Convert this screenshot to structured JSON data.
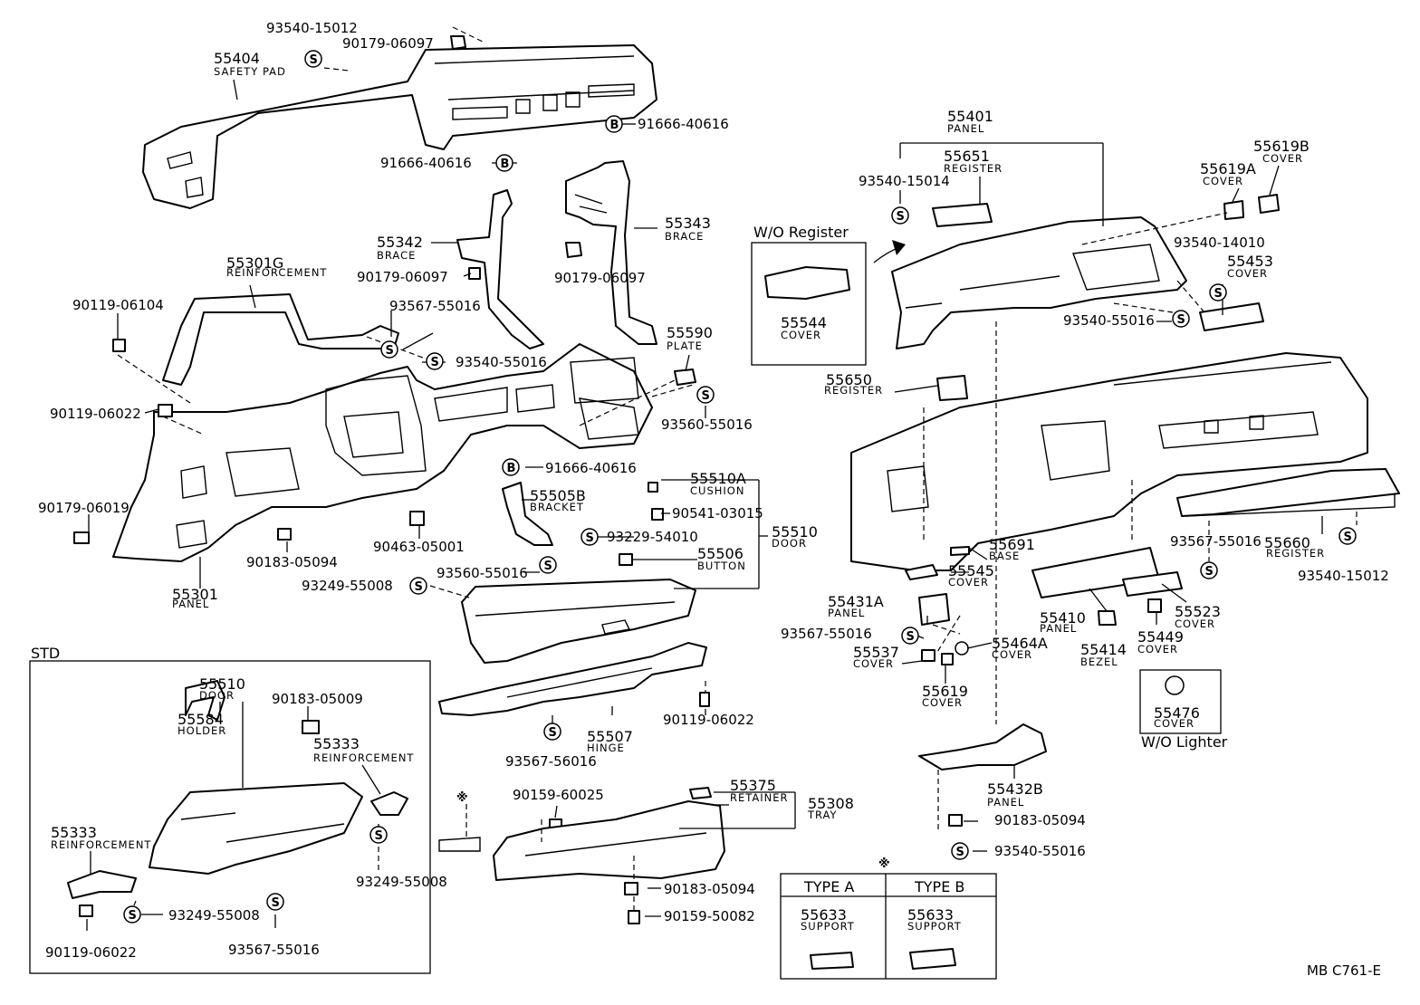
{
  "diagram_code": "MB C761-E",
  "groups": {
    "std": "STD",
    "wo_register": "W/O  Register",
    "wo_lighter": "W/O  Lighter",
    "table_mark": "※",
    "type_a": "TYPE A",
    "type_b": "TYPE B"
  },
  "labels": [
    {
      "id": "pn-93540-15012-a",
      "t": "93540-15012",
      "k": "pn"
    },
    {
      "id": "pn-90179-06097-a",
      "t": "90179-06097",
      "k": "pn"
    },
    {
      "id": "num-55404",
      "t": "55404",
      "k": "num"
    },
    {
      "id": "nm-safety-pad",
      "t": "SAFETY PAD",
      "k": "nm"
    },
    {
      "id": "pn-91666-40616-a",
      "t": "91666-40616",
      "k": "pn"
    },
    {
      "id": "pn-91666-40616-b",
      "t": "91666-40616",
      "k": "pn"
    },
    {
      "id": "num-55342",
      "t": "55342",
      "k": "num"
    },
    {
      "id": "nm-brace-a",
      "t": "BRACE",
      "k": "nm"
    },
    {
      "id": "num-55343",
      "t": "55343",
      "k": "num"
    },
    {
      "id": "nm-brace-b",
      "t": "BRACE",
      "k": "nm"
    },
    {
      "id": "pn-90179-06097-b",
      "t": "90179-06097",
      "k": "pn"
    },
    {
      "id": "pn-90179-06097-c",
      "t": "90179-06097",
      "k": "pn"
    },
    {
      "id": "num-55301g",
      "t": "55301G",
      "k": "num"
    },
    {
      "id": "nm-reinforcement-a",
      "t": "REINFORCEMENT",
      "k": "nm"
    },
    {
      "id": "pn-90119-06104",
      "t": "90119-06104",
      "k": "pn"
    },
    {
      "id": "pn-93567-55016-a",
      "t": "93567-55016",
      "k": "pn"
    },
    {
      "id": "pn-93540-55016-a",
      "t": "93540-55016",
      "k": "pn"
    },
    {
      "id": "num-55590",
      "t": "55590",
      "k": "num"
    },
    {
      "id": "nm-plate",
      "t": "PLATE",
      "k": "nm"
    },
    {
      "id": "pn-90119-06022-a",
      "t": "90119-06022",
      "k": "pn"
    },
    {
      "id": "pn-93560-55016-a",
      "t": "93560-55016",
      "k": "pn"
    },
    {
      "id": "pn-90179-06019",
      "t": "90179-06019",
      "k": "pn"
    },
    {
      "id": "pn-91666-40616-c",
      "t": "91666-40616",
      "k": "pn"
    },
    {
      "id": "num-55510a",
      "t": "55510A",
      "k": "num"
    },
    {
      "id": "nm-cushion",
      "t": "CUSHION",
      "k": "nm"
    },
    {
      "id": "num-55505b",
      "t": "55505B",
      "k": "num"
    },
    {
      "id": "nm-bracket",
      "t": "BRACKET",
      "k": "nm"
    },
    {
      "id": "pn-90541-03015",
      "t": "90541-03015",
      "k": "pn"
    },
    {
      "id": "pn-93229-54010",
      "t": "93229-54010",
      "k": "pn"
    },
    {
      "id": "num-55510-a",
      "t": "55510",
      "k": "num"
    },
    {
      "id": "nm-door-a",
      "t": "DOOR",
      "k": "nm"
    },
    {
      "id": "num-55506",
      "t": "55506",
      "k": "num"
    },
    {
      "id": "nm-button",
      "t": "BUTTON",
      "k": "nm"
    },
    {
      "id": "pn-90463-05001",
      "t": "90463-05001",
      "k": "pn"
    },
    {
      "id": "pn-90183-05094-a",
      "t": "90183-05094",
      "k": "pn"
    },
    {
      "id": "num-55301",
      "t": "55301",
      "k": "num"
    },
    {
      "id": "nm-panel-a",
      "t": "PANEL",
      "k": "nm"
    },
    {
      "id": "pn-93560-55016-b",
      "t": "93560-55016",
      "k": "pn"
    },
    {
      "id": "pn-93249-55008-a",
      "t": "93249-55008",
      "k": "pn"
    },
    {
      "id": "num-55510-b",
      "t": "55510",
      "k": "num"
    },
    {
      "id": "nm-door-b",
      "t": "DOOR",
      "k": "nm"
    },
    {
      "id": "pn-90183-05009",
      "t": "90183-05009",
      "k": "pn"
    },
    {
      "id": "num-55584",
      "t": "55584",
      "k": "num"
    },
    {
      "id": "nm-holder",
      "t": "HOLDER",
      "k": "nm"
    },
    {
      "id": "num-55333-a",
      "t": "55333",
      "k": "num"
    },
    {
      "id": "nm-reinforcement-b",
      "t": "REINFORCEMENT",
      "k": "nm"
    },
    {
      "id": "pn-90119-06022-b",
      "t": "90119-06022",
      "k": "pn"
    },
    {
      "id": "num-55507",
      "t": "55507",
      "k": "num"
    },
    {
      "id": "nm-hinge",
      "t": "HINGE",
      "k": "nm"
    },
    {
      "id": "pn-93567-56016",
      "t": "93567-56016",
      "k": "pn"
    },
    {
      "id": "num-55333-b",
      "t": "55333",
      "k": "num"
    },
    {
      "id": "nm-reinforcement-c",
      "t": "REINFORCEMENT",
      "k": "nm"
    },
    {
      "id": "pn-93249-55008-b",
      "t": "93249-55008",
      "k": "pn"
    },
    {
      "id": "pn-93249-55008-c",
      "t": "93249-55008",
      "k": "pn"
    },
    {
      "id": "pn-90119-06022-c",
      "t": "90119-06022",
      "k": "pn"
    },
    {
      "id": "pn-93567-55016-b",
      "t": "93567-55016",
      "k": "pn"
    },
    {
      "id": "mark-left",
      "t": "※",
      "k": "sym"
    },
    {
      "id": "pn-90159-60025",
      "t": "90159-60025",
      "k": "pn"
    },
    {
      "id": "num-55375",
      "t": "55375",
      "k": "num"
    },
    {
      "id": "nm-retainer",
      "t": "RETAINER",
      "k": "nm"
    },
    {
      "id": "num-55308",
      "t": "55308",
      "k": "num"
    },
    {
      "id": "nm-tray",
      "t": "TRAY",
      "k": "nm"
    },
    {
      "id": "pn-90183-05094-b",
      "t": "90183-05094",
      "k": "pn"
    },
    {
      "id": "pn-90159-50082",
      "t": "90159-50082",
      "k": "pn"
    },
    {
      "id": "num-55401",
      "t": "55401",
      "k": "num"
    },
    {
      "id": "nm-panel-b",
      "t": "PANEL",
      "k": "nm"
    },
    {
      "id": "num-55651",
      "t": "55651",
      "k": "num"
    },
    {
      "id": "nm-register-a",
      "t": "REGISTER",
      "k": "nm"
    },
    {
      "id": "pn-93540-15014",
      "t": "93540-15014",
      "k": "pn"
    },
    {
      "id": "num-55619b",
      "t": "55619B",
      "k": "num"
    },
    {
      "id": "nm-cover-a",
      "t": "COVER",
      "k": "nm"
    },
    {
      "id": "num-55619a",
      "t": "55619A",
      "k": "num"
    },
    {
      "id": "nm-cover-b",
      "t": "COVER",
      "k": "nm"
    },
    {
      "id": "pn-93540-14010",
      "t": "93540-14010",
      "k": "pn"
    },
    {
      "id": "num-55453",
      "t": "55453",
      "k": "num"
    },
    {
      "id": "nm-cover-c",
      "t": "COVER",
      "k": "nm"
    },
    {
      "id": "num-55544",
      "t": "55544",
      "k": "num"
    },
    {
      "id": "nm-cover-d",
      "t": "COVER",
      "k": "nm"
    },
    {
      "id": "pn-93540-55016-b",
      "t": "93540-55016",
      "k": "pn"
    },
    {
      "id": "num-55650",
      "t": "55650",
      "k": "num"
    },
    {
      "id": "nm-register-b",
      "t": "REGISTER",
      "k": "nm"
    },
    {
      "id": "pn-93567-55016-c",
      "t": "93567-55016",
      "k": "pn"
    },
    {
      "id": "num-55660",
      "t": "55660",
      "k": "num"
    },
    {
      "id": "nm-register-c",
      "t": "REGISTER",
      "k": "nm"
    },
    {
      "id": "pn-93540-15012-b",
      "t": "93540-15012",
      "k": "pn"
    },
    {
      "id": "num-55691",
      "t": "55691",
      "k": "num"
    },
    {
      "id": "nm-base",
      "t": "BASE",
      "k": "nm"
    },
    {
      "id": "num-55545",
      "t": "55545",
      "k": "num"
    },
    {
      "id": "nm-cover-e",
      "t": "COVER",
      "k": "nm"
    },
    {
      "id": "num-55431a",
      "t": "55431A",
      "k": "num"
    },
    {
      "id": "nm-panel-c",
      "t": "PANEL",
      "k": "nm"
    },
    {
      "id": "pn-93567-55016-d",
      "t": "93567-55016",
      "k": "pn"
    },
    {
      "id": "num-55537",
      "t": "55537",
      "k": "num"
    },
    {
      "id": "nm-cover-f",
      "t": "COVER",
      "k": "nm"
    },
    {
      "id": "num-55464a",
      "t": "55464A",
      "k": "num"
    },
    {
      "id": "nm-cover-g",
      "t": "COVER",
      "k": "nm"
    },
    {
      "id": "num-55619",
      "t": "55619",
      "k": "num"
    },
    {
      "id": "nm-cover-h",
      "t": "COVER",
      "k": "nm"
    },
    {
      "id": "num-55410",
      "t": "55410",
      "k": "num"
    },
    {
      "id": "nm-panel-d",
      "t": "PANEL",
      "k": "nm"
    },
    {
      "id": "num-55414",
      "t": "55414",
      "k": "num"
    },
    {
      "id": "nm-bezel",
      "t": "BEZEL",
      "k": "nm"
    },
    {
      "id": "num-55449",
      "t": "55449",
      "k": "num"
    },
    {
      "id": "nm-cover-i",
      "t": "COVER",
      "k": "nm"
    },
    {
      "id": "num-55523",
      "t": "55523",
      "k": "num"
    },
    {
      "id": "nm-cover-j",
      "t": "COVER",
      "k": "nm"
    },
    {
      "id": "num-55476",
      "t": "55476",
      "k": "num"
    },
    {
      "id": "nm-cover-k",
      "t": "COVER",
      "k": "nm"
    },
    {
      "id": "num-55432b",
      "t": "55432B",
      "k": "num"
    },
    {
      "id": "nm-panel-e",
      "t": "PANEL",
      "k": "nm"
    },
    {
      "id": "pn-90183-05094-c",
      "t": "90183-05094",
      "k": "pn"
    },
    {
      "id": "pn-93540-55016-c",
      "t": "93540-55016",
      "k": "pn"
    },
    {
      "id": "mark-table",
      "t": "※",
      "k": "sym"
    },
    {
      "id": "hd-type-a",
      "t": "TYPE A",
      "k": "hd"
    },
    {
      "id": "hd-type-b",
      "t": "TYPE B",
      "k": "hd"
    },
    {
      "id": "num-55633-a",
      "t": "55633",
      "k": "num"
    },
    {
      "id": "nm-support-a",
      "t": "SUPPORT",
      "k": "nm"
    },
    {
      "id": "num-55633-b",
      "t": "55633",
      "k": "num"
    },
    {
      "id": "nm-support-b",
      "t": "SUPPORT",
      "k": "nm"
    },
    {
      "id": "hd-std",
      "t": "STD",
      "k": "hd"
    },
    {
      "id": "hd-wo-register",
      "t": "W/O  Register",
      "k": "hd"
    },
    {
      "id": "hd-wo-lighter",
      "t": "W/O  Lighter",
      "k": "hd"
    },
    {
      "id": "code",
      "t": "MB C761-E",
      "k": "pn"
    }
  ],
  "markers": [
    {
      "id": "s1",
      "t": "S"
    },
    {
      "id": "s2",
      "t": "B"
    },
    {
      "id": "s3",
      "t": "B"
    },
    {
      "id": "s4",
      "t": "S"
    },
    {
      "id": "s5",
      "t": "S"
    },
    {
      "id": "s6",
      "t": "S"
    },
    {
      "id": "s7",
      "t": "B"
    },
    {
      "id": "s8",
      "t": "S"
    },
    {
      "id": "s9",
      "t": "S"
    },
    {
      "id": "s10",
      "t": "S"
    },
    {
      "id": "s11",
      "t": "S"
    },
    {
      "id": "s12",
      "t": "S"
    },
    {
      "id": "s13",
      "t": "S"
    },
    {
      "id": "s14",
      "t": "S"
    },
    {
      "id": "s15",
      "t": "S"
    },
    {
      "id": "s16",
      "t": "S"
    },
    {
      "id": "s17",
      "t": "S"
    },
    {
      "id": "s18",
      "t": "S"
    },
    {
      "id": "s19",
      "t": "S"
    },
    {
      "id": "s20",
      "t": "S"
    },
    {
      "id": "s21",
      "t": "S"
    },
    {
      "id": "s22",
      "t": "S"
    }
  ]
}
